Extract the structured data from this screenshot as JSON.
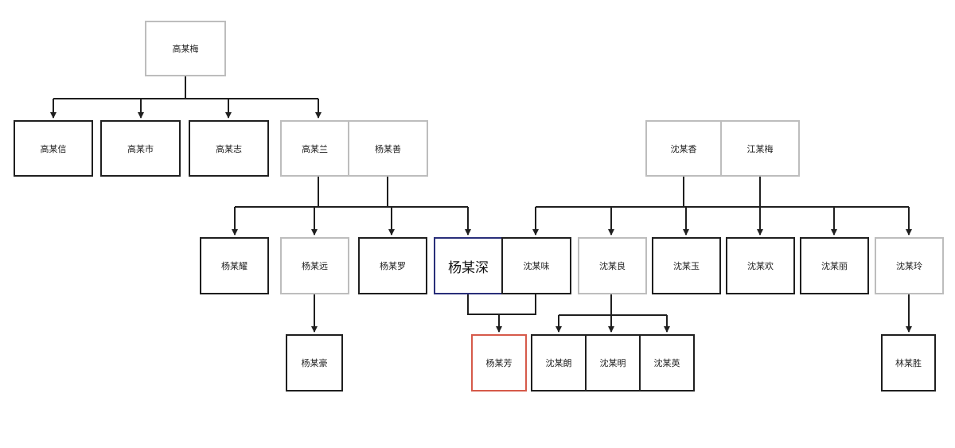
{
  "nodes": {
    "gao_mei": "高某梅",
    "gao_xin": "高某信",
    "gao_shi": "高某市",
    "gao_zhi": "高某志",
    "gao_lan": "高某兰",
    "yang_shan": "杨某善",
    "shen_xiang": "沈某香",
    "jiang_mei": "江某梅",
    "yang_yao": "杨某耀",
    "yang_yuan": "杨某远",
    "yang_luo": "杨某罗",
    "yang_shen": "杨某深",
    "shen_wei": "沈某味",
    "shen_liang": "沈某良",
    "shen_yu": "沈某玉",
    "shen_huan": "沈某欢",
    "shen_li": "沈某丽",
    "shen_ling": "沈某玲",
    "yang_hao": "杨某豪",
    "yang_fang": "杨某芳",
    "shen_lang": "沈某朗",
    "shen_ming": "沈某明",
    "shen_ying": "沈某英",
    "lin_sheng": "林某胜"
  },
  "colors": {
    "line": "#1f1f1f",
    "dark_border": "#1f1f1f",
    "light_border": "#bdbdbd",
    "highlight_blue": "#2a2f7a",
    "highlight_red": "#d65a4a"
  }
}
